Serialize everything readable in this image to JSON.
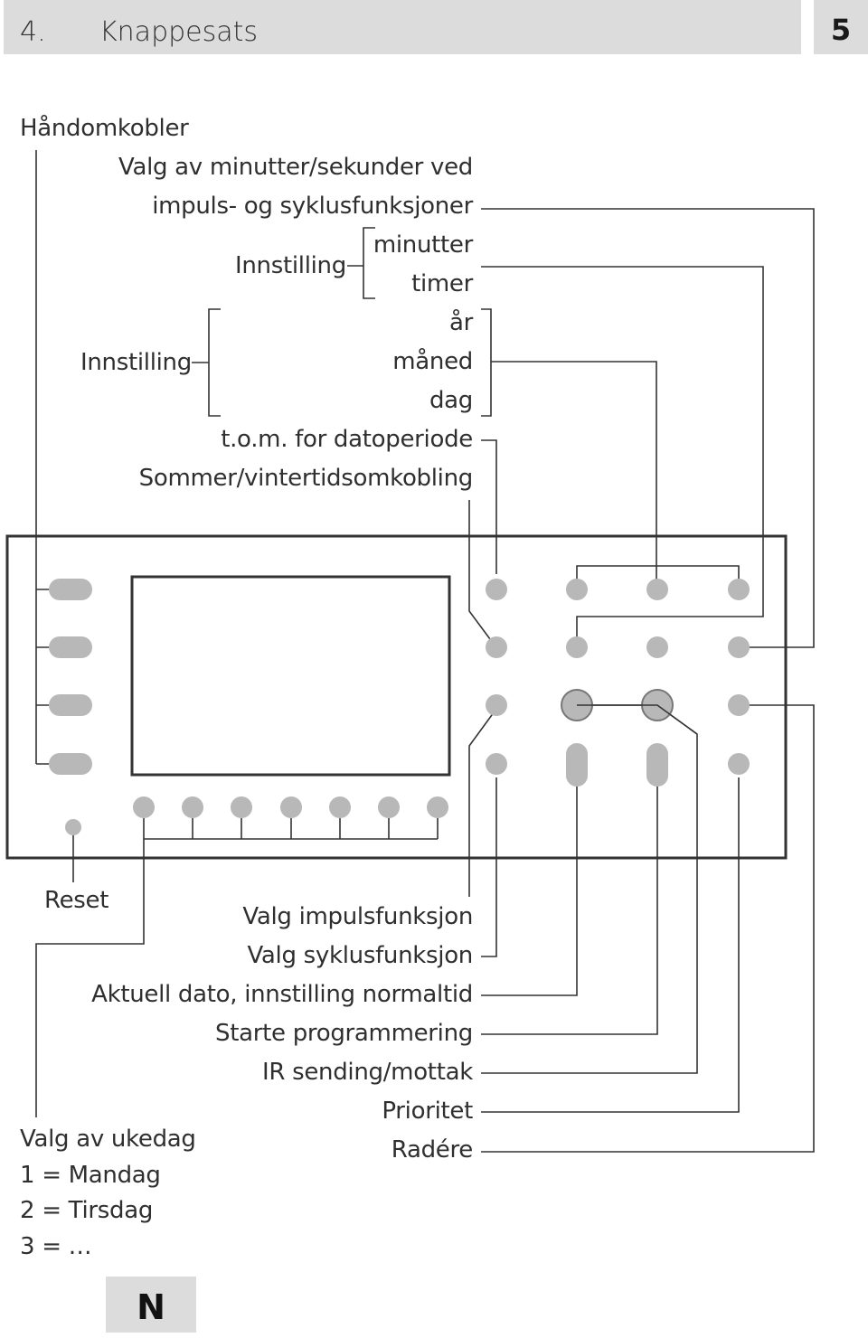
{
  "header": {
    "section_number": "4.",
    "title": "Knappesats",
    "page_number": "5"
  },
  "labels": {
    "handomkobler": "Håndomkobler",
    "valg_min_sek": "Valg av minutter/sekunder ved",
    "impuls_syklus": "impuls- og syklusfunksjoner",
    "minutter": "minutter",
    "innstilling_1": "Innstilling",
    "timer": "timer",
    "ar": "år",
    "innstilling_2": "Innstilling",
    "maned": "måned",
    "dag": "dag",
    "tom_datoperiode": "t.o.m. for datoperiode",
    "sommer_vinter": "Sommer/vintertidsomkobling",
    "reset": "Reset",
    "valg_impuls": "Valg impulsfunksjon",
    "valg_syklus": "Valg syklusfunksjon",
    "aktuell_dato": "Aktuell dato, innstilling normaltid",
    "starte_prog": "Starte programmering",
    "ir": "IR sending/mottak",
    "prioritet": "Prioritet",
    "radere": "Radére",
    "valg_ukedag": "Valg av ukedag",
    "dag1": "1 = Mandag",
    "dag2": "2 = Tirsdag",
    "dag3": "3 = …"
  },
  "language_tab": "N",
  "colors": {
    "header_bg": "#dcdcdc",
    "line": "#333333",
    "button": "#b8b8b8"
  }
}
